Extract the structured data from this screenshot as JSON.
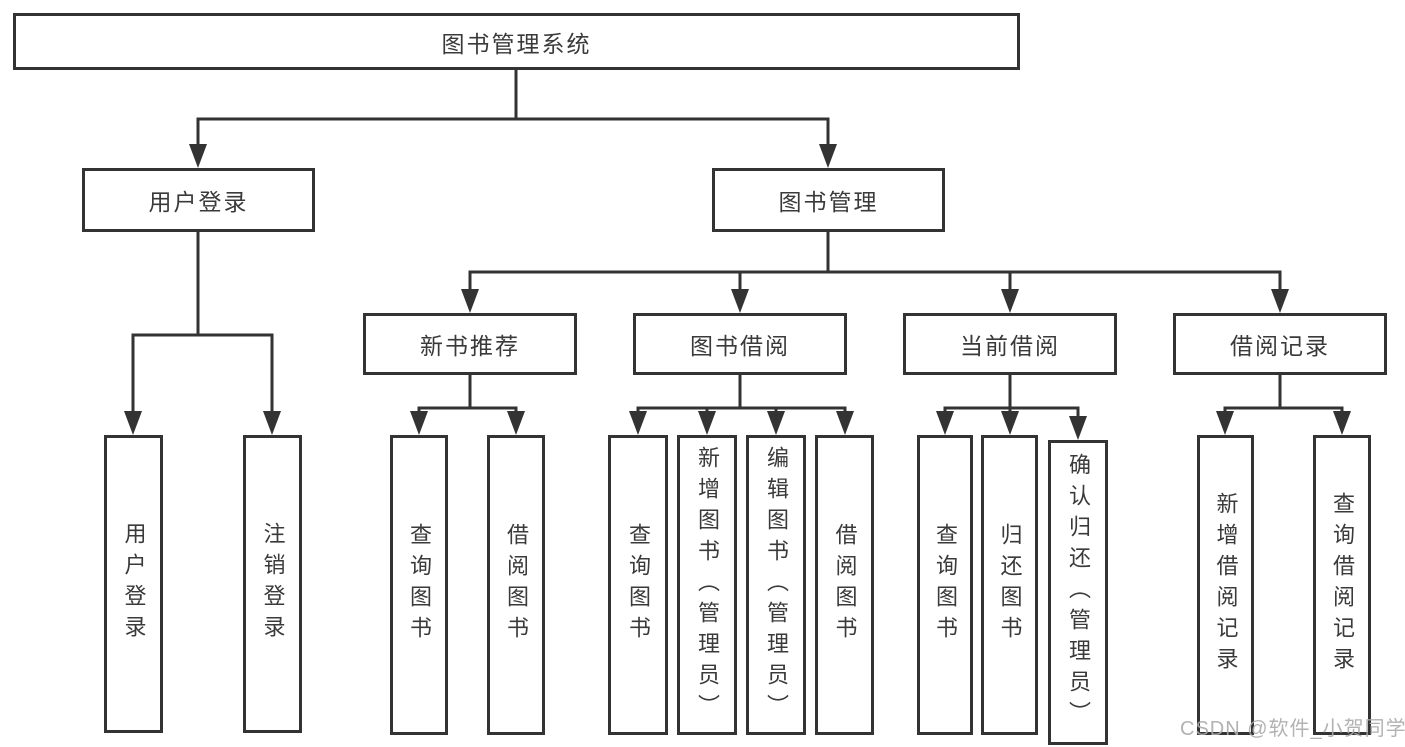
{
  "diagram": {
    "root": "图书管理系统",
    "user_login_branch": {
      "label": "用户登录",
      "children": [
        "用户登录",
        "注销登录"
      ]
    },
    "book_mgmt_branch": {
      "label": "图书管理",
      "sections": [
        {
          "label": "新书推荐",
          "children": [
            "查询图书",
            "借阅图书"
          ]
        },
        {
          "label": "图书借阅",
          "children": [
            "查询图书",
            "新增图书（管理员）",
            "编辑图书（管理员）",
            "借阅图书"
          ]
        },
        {
          "label": "当前借阅",
          "children": [
            "查询图书",
            "归还图书",
            "确认归还（管理员）"
          ]
        },
        {
          "label": "借阅记录",
          "children": [
            "新增借阅记录",
            "查询借阅记录"
          ]
        }
      ]
    },
    "watermark": "CSDN @软件_小贺同学",
    "colors": {
      "line": "#333333",
      "text": "#3a3a3a",
      "watermark": "#aaaaaa",
      "background": "#ffffff"
    }
  }
}
